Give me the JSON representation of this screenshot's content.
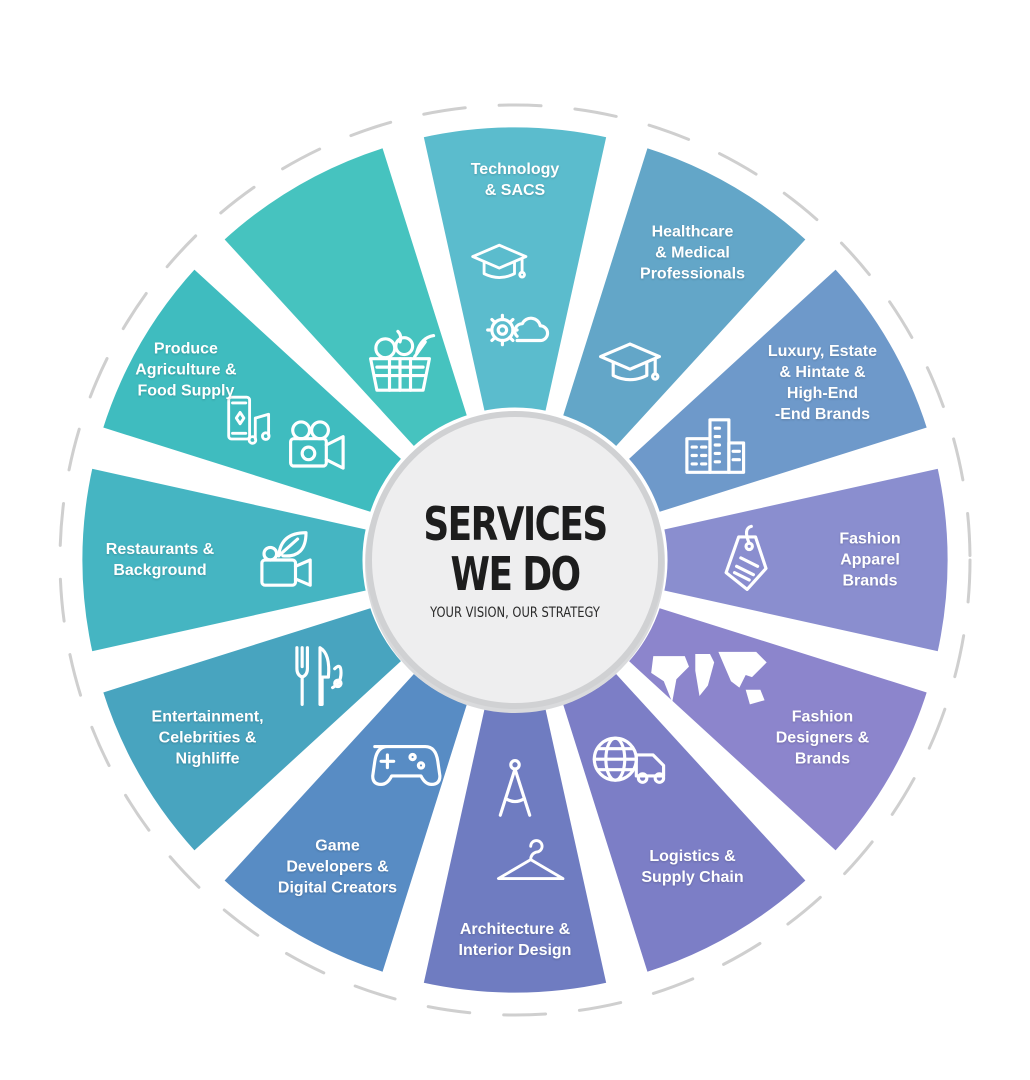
{
  "center": {
    "title": "SERVICES\nWE DO",
    "subtitle": "YOUR VISION, OUR STRATEGY"
  },
  "segments": [
    {
      "label": "Technology\n& SACS",
      "icon": "gear-cloud-icon",
      "icon2": "graduation-cap-icon",
      "color": "#5bbccd"
    },
    {
      "label": "Healthcare\n& Medical\nProfessionals",
      "icon": "graduation-cap-icon",
      "color": "#63a6c8"
    },
    {
      "label": "Luxury, Estate\n& Hintate &\nHigh-End\n-End Brands",
      "icon": "buildings-icon",
      "color": "#6e99ca"
    },
    {
      "label": "Fashion\nApparel\nBrands",
      "icon": "price-tag-icon",
      "color": "#8a8ecf"
    },
    {
      "label": "Fashion\nDesigners &\nBrands",
      "icon": "world-map-icon",
      "color": "#8c85cc"
    },
    {
      "label": "Logistics &\nSupply Chain",
      "icon": "globe-truck-icon",
      "color": "#7c7ec6"
    },
    {
      "label": "Architecture &\nInterior Design",
      "icon": "drafting-compass-icon",
      "icon2": "clothes-hanger-icon",
      "color": "#6f7cc1"
    },
    {
      "label": "Game\nDevelopers &\nDigital Creators",
      "icon": "game-controller-icon",
      "color": "#588cc4"
    },
    {
      "label": "Entertainment,\nCelebrities &\nNighliffe",
      "icon": "fork-knife-icon",
      "color": "#48a4bf"
    },
    {
      "label": "Restaurants &\nBackground",
      "icon": "leaf-camera-icon",
      "color": "#45b5c2"
    },
    {
      "label": "Produce\nAgriculture &\nFood Supply",
      "icon": "movie-camera-icon",
      "icon2": "phone-music-icon",
      "color": "#3fbcbf"
    },
    {
      "label": "",
      "icon": "produce-basket-icon",
      "color": "#46c3bf"
    }
  ]
}
